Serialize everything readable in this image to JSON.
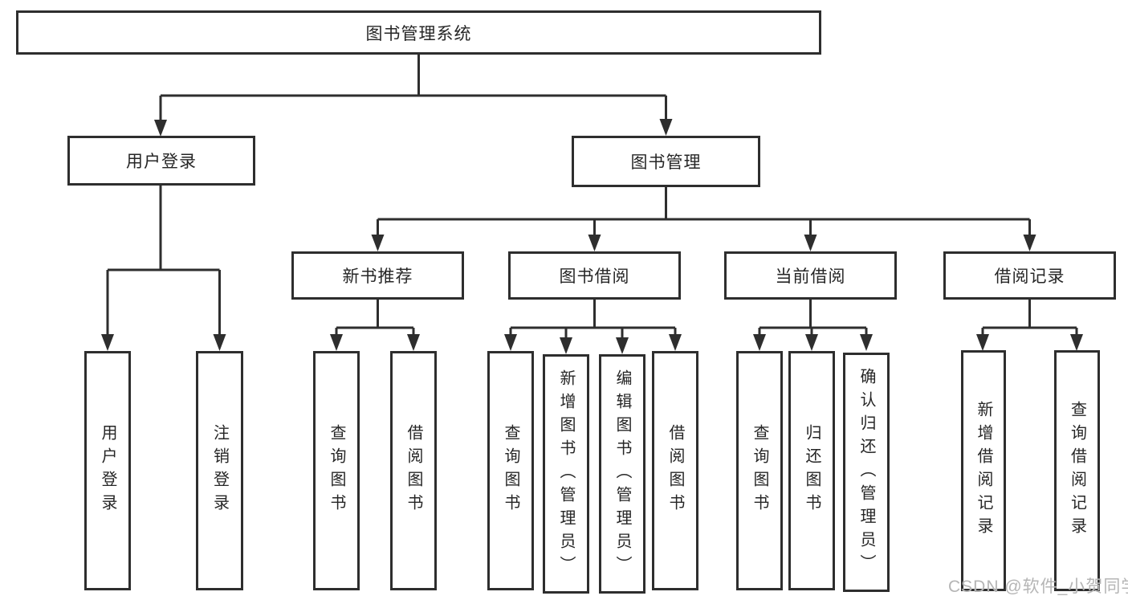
{
  "diagram": {
    "root": {
      "label": "图书管理系统"
    },
    "branches": [
      {
        "label": "用户登录",
        "children": [
          {
            "label": "用户登录"
          },
          {
            "label": "注销登录"
          }
        ]
      },
      {
        "label": "图书管理",
        "children": [
          {
            "label": "新书推荐",
            "children": [
              {
                "label": "查询图书"
              },
              {
                "label": "借阅图书"
              }
            ]
          },
          {
            "label": "图书借阅",
            "children": [
              {
                "label": "查询图书"
              },
              {
                "label": "新增图书（管理员）"
              },
              {
                "label": "编辑图书（管理员）"
              },
              {
                "label": "借阅图书"
              }
            ]
          },
          {
            "label": "当前借阅",
            "children": [
              {
                "label": "查询图书"
              },
              {
                "label": "归还图书"
              },
              {
                "label": "确认归还（管理员）"
              }
            ]
          },
          {
            "label": "借阅记录",
            "children": [
              {
                "label": "新增借阅记录"
              },
              {
                "label": "查询借阅记录"
              }
            ]
          }
        ]
      }
    ]
  },
  "watermark": {
    "text": "CSDN @软件_小贺同学"
  },
  "colors": {
    "line": "#2e2e2e",
    "box_border": "#2e2e2e",
    "box_fill": "#ffffff",
    "text": "#262626",
    "watermark": "#b1b1b1"
  }
}
